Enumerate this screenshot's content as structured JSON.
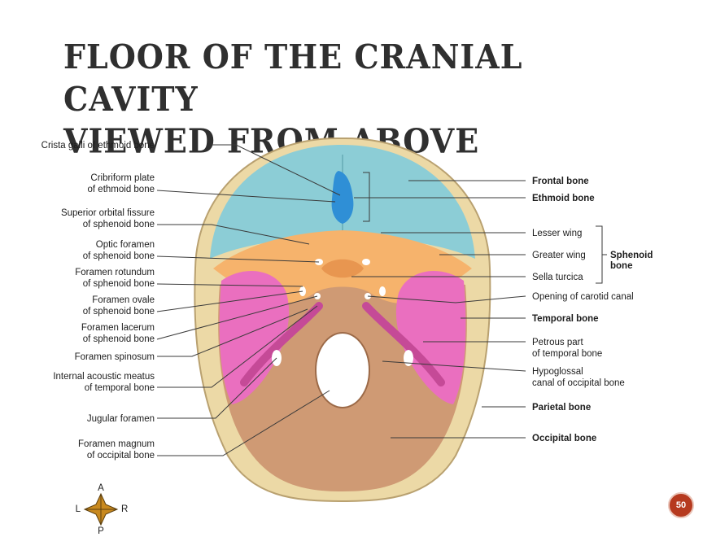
{
  "slide": {
    "title_line1": "FLOOR OF THE CRANIAL CAVITY",
    "title_line2": "VIEWED FROM ABOVE",
    "page_number": "50"
  },
  "colors": {
    "frontal": "#8ccdd6",
    "ethmoid": "#2f8fd6",
    "sphenoid": "#f6b36c",
    "temporal": "#ea6fbf",
    "occipital": "#cf9a74",
    "parietal": "#ecd9a6",
    "badge": "#b63a1f"
  },
  "labels_left": [
    {
      "lines": [
        "Crista galli of ethmoid bone"
      ]
    },
    {
      "lines": [
        "Cribriform plate",
        "of ethmoid bone"
      ]
    },
    {
      "lines": [
        "Superior orbital fissure",
        "of sphenoid bone"
      ]
    },
    {
      "lines": [
        "Optic foramen",
        "of sphenoid bone"
      ]
    },
    {
      "lines": [
        "Foramen rotundum",
        "of sphenoid bone"
      ]
    },
    {
      "lines": [
        "Foramen ovale",
        "of sphenoid bone"
      ]
    },
    {
      "lines": [
        "Foramen lacerum",
        "of sphenoid bone"
      ]
    },
    {
      "lines": [
        "Foramen spinosum"
      ]
    },
    {
      "lines": [
        "Internal acoustic meatus",
        "of temporal bone"
      ]
    },
    {
      "lines": [
        "Jugular foramen"
      ]
    },
    {
      "lines": [
        "Foramen magnum",
        "of occipital bone"
      ]
    }
  ],
  "labels_right": [
    {
      "lines": [
        "Frontal bone"
      ],
      "bold": true
    },
    {
      "lines": [
        "Ethmoid bone"
      ],
      "bold": true
    },
    {
      "lines": [
        "Lesser wing"
      ],
      "bold": false
    },
    {
      "lines": [
        "Greater wing"
      ],
      "bold": false
    },
    {
      "lines": [
        "Sella turcica"
      ],
      "bold": false
    },
    {
      "lines": [
        "Opening of carotid canal"
      ],
      "bold": false
    },
    {
      "lines": [
        "Temporal bone"
      ],
      "bold": true
    },
    {
      "lines": [
        "Petrous part",
        "of temporal bone"
      ],
      "bold": false
    },
    {
      "lines": [
        "Hypoglossal",
        "canal of occipital bone"
      ],
      "bold": false
    },
    {
      "lines": [
        "Parietal bone"
      ],
      "bold": true
    },
    {
      "lines": [
        "Occipital bone"
      ],
      "bold": true
    }
  ],
  "sphenoid_group": {
    "lines": [
      "Sphenoid",
      "bone"
    ]
  },
  "compass": {
    "north": "A",
    "south": "P",
    "west": "L",
    "east": "R"
  }
}
